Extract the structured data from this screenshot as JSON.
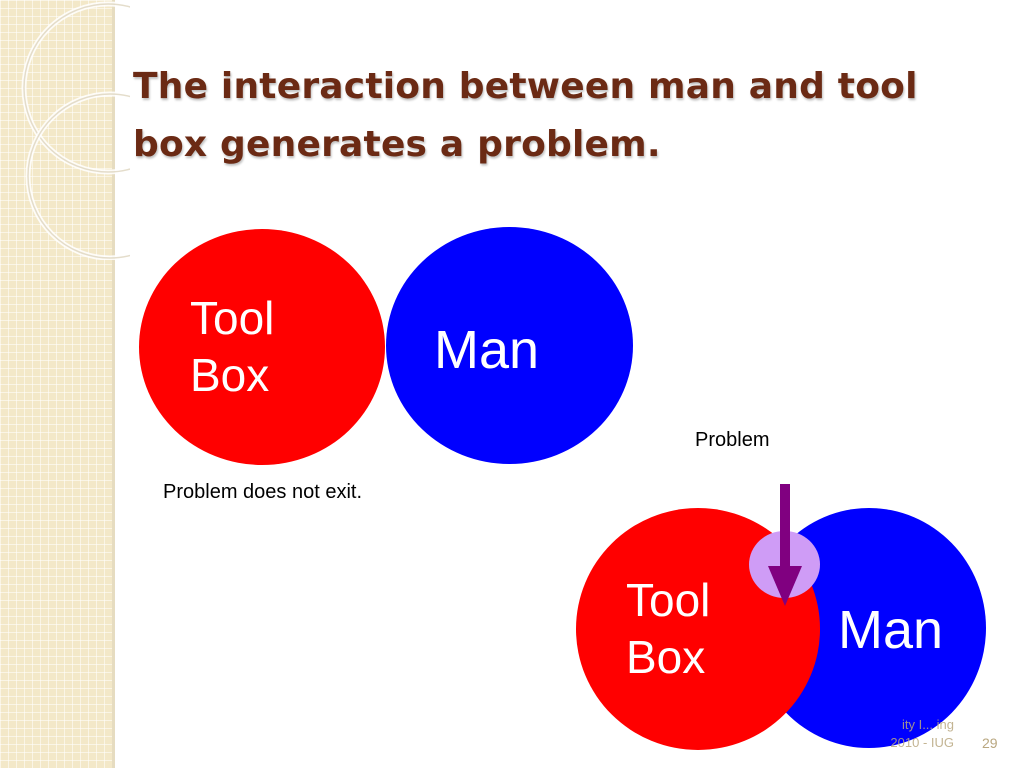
{
  "title": "The interaction between man and tool box generates a problem.",
  "diagram_top": {
    "toolbox_label_line1": "Tool",
    "toolbox_label_line2": "Box",
    "man_label": "Man",
    "caption": "Problem does not exit."
  },
  "diagram_bottom": {
    "problem_label": "Problem",
    "toolbox_label_line1": "Tool",
    "toolbox_label_line2": "Box",
    "man_label": "Man"
  },
  "footer": {
    "line1": "ity I... ing",
    "line2": "2010 - IUG",
    "page_number": "29"
  },
  "colors": {
    "title": "#6b2a14",
    "toolbox_circle": "#ff0000",
    "man_circle": "#0000ff",
    "problem_overlap": "#cf9cf6",
    "arrow": "#800080",
    "side_panel": "#f3e8c8"
  }
}
